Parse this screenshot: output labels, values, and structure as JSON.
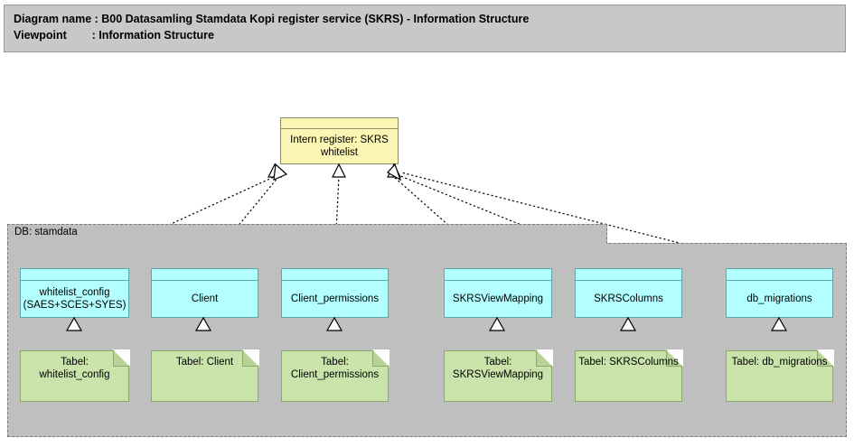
{
  "header": {
    "line1": "Diagram name : B00 Datasamling Stamdata Kopi register service (SKRS) - Information Structure",
    "line2": "Viewpoint        : Information Structure"
  },
  "group": {
    "label": "DB: stamdata"
  },
  "nodes": {
    "register": {
      "label": "Intern register: SKRS\nwhitelist",
      "type": "business-object",
      "color": "#fbf6b4"
    },
    "data_objects": [
      {
        "id": "whitelist_config",
        "label": "whitelist_config\n(SAES+SCES+SYES)",
        "color": "#b3ffff"
      },
      {
        "id": "client",
        "label": "Client",
        "color": "#b3ffff"
      },
      {
        "id": "client_permissions",
        "label": "Client_permissions",
        "color": "#b3ffff"
      },
      {
        "id": "skrsviewmapping",
        "label": "SKRSViewMapping",
        "color": "#b3ffff"
      },
      {
        "id": "skrscolumns",
        "label": "SKRSColumns",
        "color": "#b3ffff"
      },
      {
        "id": "db_migrations",
        "label": "db_migrations",
        "color": "#b3ffff"
      }
    ],
    "artifacts": [
      {
        "id": "tabel_whitelist_config",
        "label": "Tabel:\nwhitelist_config",
        "color": "#c9e3ab"
      },
      {
        "id": "tabel_client",
        "label": "Tabel: Client",
        "color": "#c9e3ab"
      },
      {
        "id": "tabel_client_permissions",
        "label": "Tabel:\nClient_permissions",
        "color": "#c9e3ab"
      },
      {
        "id": "tabel_skrsviewmapping",
        "label": "Tabel:\nSKRSViewMapping",
        "color": "#c9e3ab"
      },
      {
        "id": "tabel_skrscolumns",
        "label": "Tabel: SKRSColumns",
        "color": "#c9e3ab"
      },
      {
        "id": "tabel_db_migrations",
        "label": "Tabel: db_migrations",
        "color": "#c9e3ab"
      }
    ]
  },
  "edges": {
    "realizations_to_register": [
      {
        "from": "whitelist_config",
        "to": "register",
        "style": "dotted",
        "arrow": "hollow-triangle"
      },
      {
        "from": "client",
        "to": "register",
        "style": "dotted",
        "arrow": "hollow-triangle"
      },
      {
        "from": "client_permissions",
        "to": "register",
        "style": "dotted",
        "arrow": "hollow-triangle"
      },
      {
        "from": "skrsviewmapping",
        "to": "register",
        "style": "dotted",
        "arrow": "hollow-triangle"
      },
      {
        "from": "skrscolumns",
        "to": "register",
        "style": "dotted",
        "arrow": "hollow-triangle"
      },
      {
        "from": "db_migrations",
        "to": "register",
        "style": "dotted",
        "arrow": "hollow-triangle"
      }
    ],
    "realizations_to_data_objects": [
      {
        "from": "tabel_whitelist_config",
        "to": "whitelist_config",
        "style": "dotted",
        "arrow": "hollow-triangle"
      },
      {
        "from": "tabel_client",
        "to": "client",
        "style": "dotted",
        "arrow": "hollow-triangle"
      },
      {
        "from": "tabel_client_permissions",
        "to": "client_permissions",
        "style": "dotted",
        "arrow": "hollow-triangle"
      },
      {
        "from": "tabel_skrsviewmapping",
        "to": "skrsviewmapping",
        "style": "dotted",
        "arrow": "hollow-triangle"
      },
      {
        "from": "tabel_skrscolumns",
        "to": "skrscolumns",
        "style": "dotted",
        "arrow": "hollow-triangle"
      },
      {
        "from": "tabel_db_migrations",
        "to": "db_migrations",
        "style": "dotted",
        "arrow": "hollow-triangle"
      }
    ],
    "associations": [
      {
        "from": "client",
        "to": "client_permissions",
        "style": "solid",
        "arrow": "none"
      },
      {
        "from": "skrsviewmapping",
        "to": "skrscolumns",
        "style": "solid",
        "arrow": "none"
      }
    ]
  },
  "colors": {
    "canvas": "#ffffff",
    "banner": "#c8c8c8",
    "group": "#bfbfbf",
    "business_object": "#fbf6b4",
    "data_object": "#b3ffff",
    "artifact": "#c9e3ab",
    "line": "#000000"
  }
}
